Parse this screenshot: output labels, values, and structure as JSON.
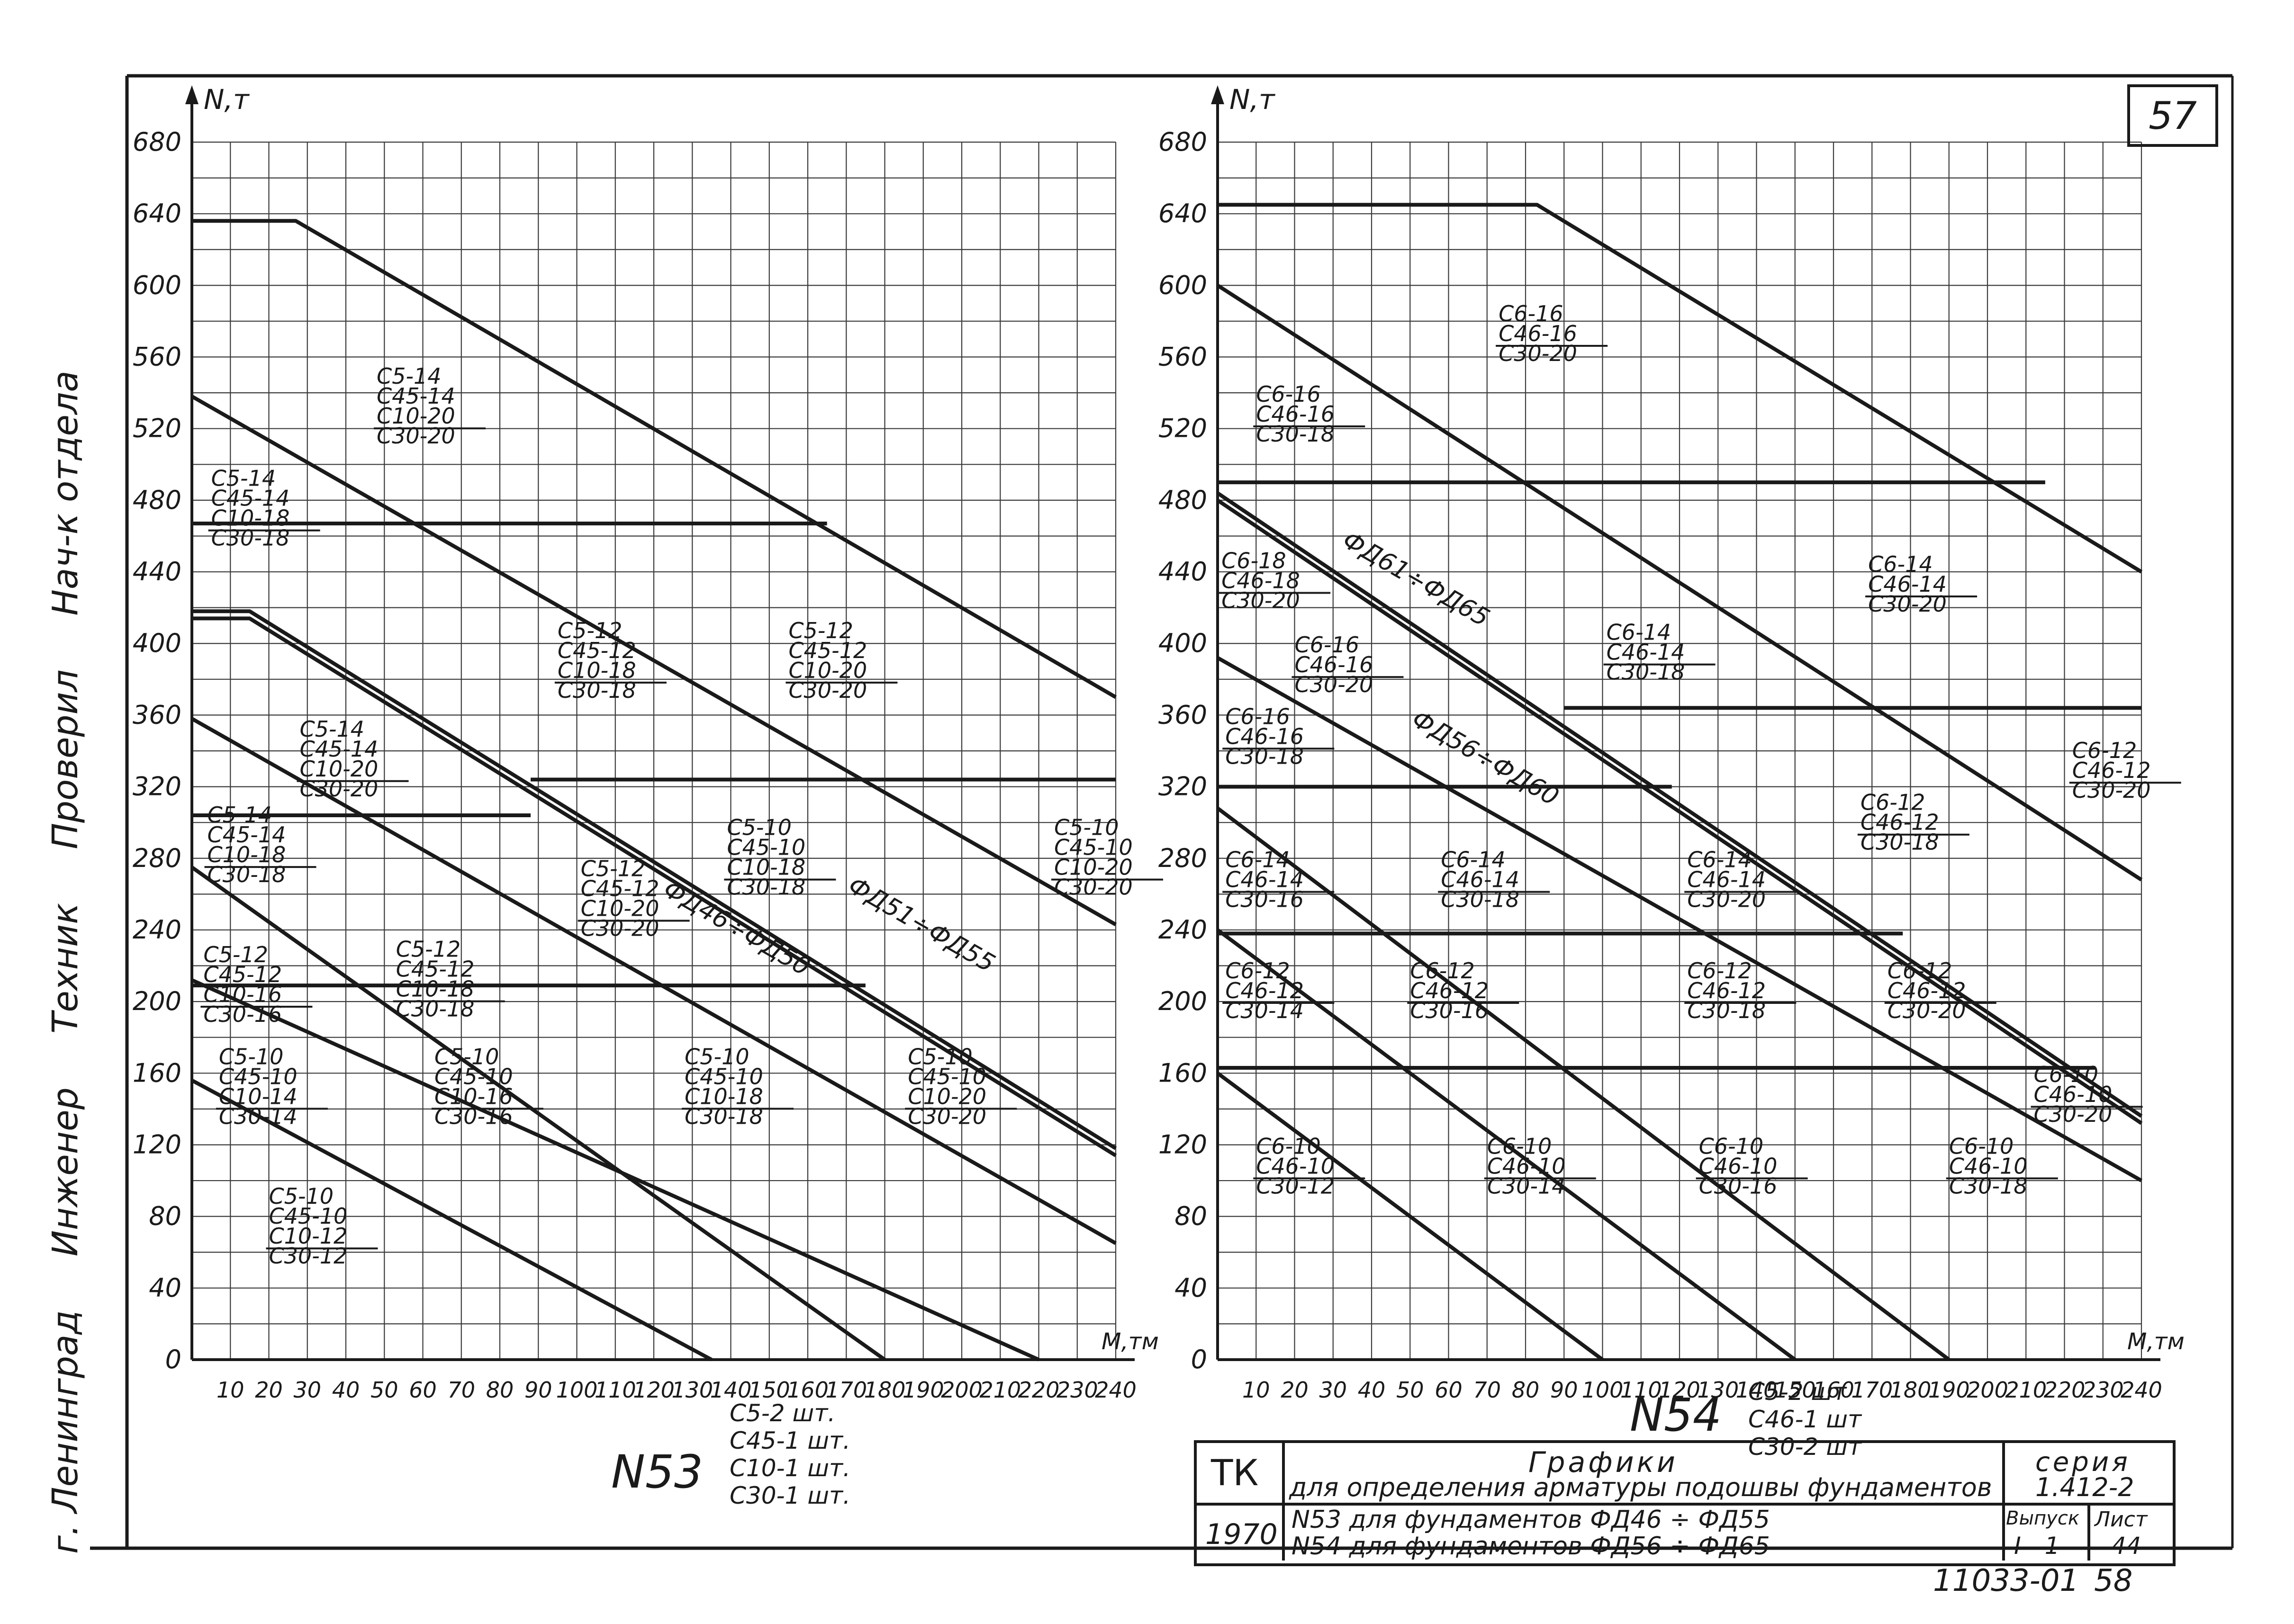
{
  "page_number": "57",
  "sidebar": {
    "city": "г. Ленинград",
    "engineer": "Инженер",
    "technician": "Техник",
    "checked": "Проверил",
    "manager": "Нач-к отдела"
  },
  "title_block": {
    "code": "ТК",
    "title": "Графики",
    "subtitle": "для определения арматуры подошвы фундаментов",
    "series_label": "серия",
    "series_value": "1.412-2",
    "year": "1970",
    "line1": "N53  для  фундаментов  ФД46 ÷ ФД55",
    "line2": "N54  для  фундаментов  ФД56 ÷ ФД65",
    "issue_label": "Выпуск",
    "issue_value": "I - 1",
    "sheet_label": "Лист",
    "sheet_value": "44"
  },
  "footer": {
    "order_no": "11033-01",
    "sheet_no": "58"
  },
  "colors": {
    "ink": "#1a1a1a",
    "paper": "#ffffff",
    "grid": "#3a3a3a"
  },
  "chart_data": [
    {
      "type": "line",
      "id": "n53",
      "ylabel": "N,т",
      "xlabel": "M,тм",
      "xlim": [
        0,
        240
      ],
      "ylim": [
        0,
        680
      ],
      "x_ticks": [
        10,
        20,
        30,
        40,
        50,
        60,
        70,
        80,
        90,
        100,
        110,
        120,
        130,
        140,
        150,
        160,
        170,
        180,
        190,
        200,
        210,
        220,
        230,
        240
      ],
      "y_ticks": [
        0,
        40,
        80,
        120,
        160,
        200,
        240,
        280,
        320,
        360,
        400,
        440,
        480,
        520,
        560,
        600,
        640,
        680
      ],
      "grid": true,
      "caption": "N53",
      "caption_items": [
        "С5-2 шт.",
        "С45-1 шт.",
        "С10-1 шт.",
        "С30-1 шт."
      ],
      "series": [
        {
          "values": [
            [
              0,
              636
            ],
            [
              27,
              636
            ],
            [
              240,
              370
            ]
          ]
        },
        {
          "values": [
            [
              0,
              538
            ],
            [
              240,
              243
            ]
          ]
        },
        {
          "values": [
            [
              0,
              418
            ],
            [
              15,
              418
            ],
            [
              240,
              118
            ]
          ]
        },
        {
          "values": [
            [
              0,
              414
            ],
            [
              15,
              414
            ],
            [
              240,
              114
            ]
          ]
        },
        {
          "values": [
            [
              0,
              358
            ],
            [
              240,
              65
            ]
          ]
        },
        {
          "values": [
            [
              0,
              275
            ],
            [
              180,
              0
            ]
          ]
        },
        {
          "values": [
            [
              0,
              212
            ],
            [
              220,
              0
            ]
          ]
        },
        {
          "values": [
            [
              0,
              156
            ],
            [
              135,
              0
            ]
          ]
        },
        {
          "values": [
            [
              0,
              467
            ],
            [
              165,
              467
            ]
          ]
        },
        {
          "values": [
            [
              88,
              324
            ],
            [
              240,
              324
            ]
          ]
        },
        {
          "values": [
            [
              0,
              304
            ],
            [
              88,
              304
            ]
          ]
        },
        {
          "values": [
            [
              0,
              209
            ],
            [
              175,
              209
            ]
          ]
        }
      ],
      "annotations": [
        {
          "x": 48,
          "y": 545,
          "lines": [
            "С5-14",
            "С45-14",
            "С10-20",
            "С30-20"
          ]
        },
        {
          "x": 5,
          "y": 488,
          "lines": [
            "С5-14",
            "С45-14",
            "С10-18",
            "С30-18"
          ]
        },
        {
          "x": 95,
          "y": 403,
          "lines": [
            "С5-12",
            "С45-12",
            "С10-18",
            "С30-18"
          ]
        },
        {
          "x": 155,
          "y": 403,
          "lines": [
            "С5-12",
            "С45-12",
            "С10-20",
            "С30-20"
          ]
        },
        {
          "x": 28,
          "y": 348,
          "lines": [
            "С5-14",
            "С45-14",
            "С10-20",
            "С30-20"
          ]
        },
        {
          "x": 4,
          "y": 300,
          "lines": [
            "С5-14",
            "С45-14",
            "С10-18",
            "С30-18"
          ]
        },
        {
          "x": 101,
          "y": 270,
          "lines": [
            "С5-12",
            "С45-12",
            "С10-20",
            "С30-20"
          ]
        },
        {
          "x": 139,
          "y": 293,
          "lines": [
            "С5-10",
            "С45-10",
            "С10-18",
            "С30-18"
          ]
        },
        {
          "x": 224,
          "y": 293,
          "lines": [
            "С5-10",
            "С45-10",
            "С10-20",
            "С30-20"
          ]
        },
        {
          "x": 53,
          "y": 225,
          "lines": [
            "С5-12",
            "С45-12",
            "С10-18",
            "С30-18"
          ]
        },
        {
          "x": 3,
          "y": 222,
          "lines": [
            "С5-12",
            "С45-12",
            "С10-16",
            "С30-16"
          ]
        },
        {
          "x": 7,
          "y": 165,
          "lines": [
            "С5-10",
            "С45-10",
            "С10-14",
            "С30-14"
          ]
        },
        {
          "x": 63,
          "y": 165,
          "lines": [
            "С5-10",
            "С45-10",
            "С10-16",
            "С30-16"
          ]
        },
        {
          "x": 128,
          "y": 165,
          "lines": [
            "С5-10",
            "С45-10",
            "С10-18",
            "С30-18"
          ]
        },
        {
          "x": 186,
          "y": 165,
          "lines": [
            "С5-10",
            "С45-10",
            "С10-20",
            "С30-20"
          ]
        },
        {
          "x": 20,
          "y": 87,
          "lines": [
            "С5-10",
            "С45-10",
            "С10-12",
            "С30-12"
          ]
        }
      ],
      "labels": [
        {
          "text": "ФД46÷ФД50",
          "x": 122,
          "y": 260,
          "angle": 30
        },
        {
          "text": "ФД51÷ФД55",
          "x": 170,
          "y": 262,
          "angle": 30
        }
      ]
    },
    {
      "type": "line",
      "id": "n54",
      "ylabel": "N,т",
      "xlabel": "M,тм",
      "xlim": [
        0,
        240
      ],
      "ylim": [
        0,
        680
      ],
      "x_ticks": [
        10,
        20,
        30,
        40,
        50,
        60,
        70,
        80,
        90,
        100,
        110,
        120,
        130,
        140,
        150,
        160,
        170,
        180,
        190,
        200,
        210,
        220,
        230,
        240
      ],
      "y_ticks": [
        0,
        40,
        80,
        120,
        160,
        200,
        240,
        280,
        320,
        360,
        400,
        440,
        480,
        520,
        560,
        600,
        640,
        680
      ],
      "grid": true,
      "caption": "N54",
      "caption_items": [
        "С5-2 шт",
        "С46-1 шт",
        "С30-2 шт"
      ],
      "series": [
        {
          "values": [
            [
              0,
              645
            ],
            [
              83,
              645
            ],
            [
              240,
              440
            ]
          ]
        },
        {
          "values": [
            [
              0,
              600
            ],
            [
              240,
              268
            ]
          ]
        },
        {
          "values": [
            [
              0,
              484
            ],
            [
              240,
              136
            ]
          ]
        },
        {
          "values": [
            [
              0,
              480
            ],
            [
              240,
              132
            ]
          ]
        },
        {
          "values": [
            [
              0,
              392
            ],
            [
              240,
              100
            ]
          ]
        },
        {
          "values": [
            [
              0,
              308
            ],
            [
              190,
              0
            ]
          ]
        },
        {
          "values": [
            [
              0,
              240
            ],
            [
              150,
              0
            ]
          ]
        },
        {
          "values": [
            [
              0,
              160
            ],
            [
              100,
              0
            ]
          ]
        },
        {
          "values": [
            [
              0,
              490
            ],
            [
              215,
              490
            ]
          ]
        },
        {
          "values": [
            [
              90,
              364
            ],
            [
              240,
              364
            ]
          ]
        },
        {
          "values": [
            [
              0,
              320
            ],
            [
              118,
              320
            ]
          ]
        },
        {
          "values": [
            [
              0,
              238
            ],
            [
              178,
              238
            ]
          ]
        },
        {
          "values": [
            [
              0,
              163
            ],
            [
              228,
              163
            ]
          ]
        }
      ],
      "annotations": [
        {
          "x": 73,
          "y": 580,
          "lines": [
            "С6-16",
            "С46-16",
            "С30-20"
          ]
        },
        {
          "x": 10,
          "y": 535,
          "lines": [
            "С6-16",
            "С46-16",
            "С30-18"
          ]
        },
        {
          "x": 169,
          "y": 440,
          "lines": [
            "С6-14",
            "С46-14",
            "С30-20"
          ]
        },
        {
          "x": 1,
          "y": 442,
          "lines": [
            "С6-18",
            "С46-18",
            "С30-20"
          ]
        },
        {
          "x": 101,
          "y": 402,
          "lines": [
            "С6-14",
            "С46-14",
            "С30-18"
          ]
        },
        {
          "x": 20,
          "y": 395,
          "lines": [
            "С6-16",
            "С46-16",
            "С30-20"
          ]
        },
        {
          "x": 222,
          "y": 336,
          "lines": [
            "С6-12",
            "С46-12",
            "С30-20"
          ]
        },
        {
          "x": 2,
          "y": 355,
          "lines": [
            "С6-16",
            "С46-16",
            "С30-18"
          ]
        },
        {
          "x": 167,
          "y": 307,
          "lines": [
            "С6-12",
            "С46-12",
            "С30-18"
          ]
        },
        {
          "x": 2,
          "y": 275,
          "lines": [
            "С6-14",
            "С46-14",
            "С30-16"
          ]
        },
        {
          "x": 58,
          "y": 275,
          "lines": [
            "С6-14",
            "С46-14",
            "С30-18"
          ]
        },
        {
          "x": 122,
          "y": 275,
          "lines": [
            "С6-14",
            "С46-14",
            "С30-20"
          ]
        },
        {
          "x": 2,
          "y": 213,
          "lines": [
            "С6-12",
            "С46-12",
            "С30-14"
          ]
        },
        {
          "x": 50,
          "y": 213,
          "lines": [
            "С6-12",
            "С46-12",
            "С30-16"
          ]
        },
        {
          "x": 122,
          "y": 213,
          "lines": [
            "С6-12",
            "С46-12",
            "С30-18"
          ]
        },
        {
          "x": 174,
          "y": 213,
          "lines": [
            "С6-12",
            "С46-12",
            "С30-20"
          ]
        },
        {
          "x": 212,
          "y": 155,
          "lines": [
            "С6-10",
            "С46-10",
            "С30-20"
          ]
        },
        {
          "x": 10,
          "y": 115,
          "lines": [
            "С6-10",
            "С46-10",
            "С30-12"
          ]
        },
        {
          "x": 70,
          "y": 115,
          "lines": [
            "С6-10",
            "С46-10",
            "С30-14"
          ]
        },
        {
          "x": 125,
          "y": 115,
          "lines": [
            "С6-10",
            "С46-10",
            "С30-16"
          ]
        },
        {
          "x": 190,
          "y": 115,
          "lines": [
            "С6-10",
            "С46-10",
            "С30-18"
          ]
        }
      ],
      "labels": [
        {
          "text": "ФД61÷ФД65",
          "x": 32,
          "y": 455,
          "angle": 30
        },
        {
          "text": "ФД56÷ФД60",
          "x": 50,
          "y": 355,
          "angle": 30
        }
      ]
    }
  ]
}
